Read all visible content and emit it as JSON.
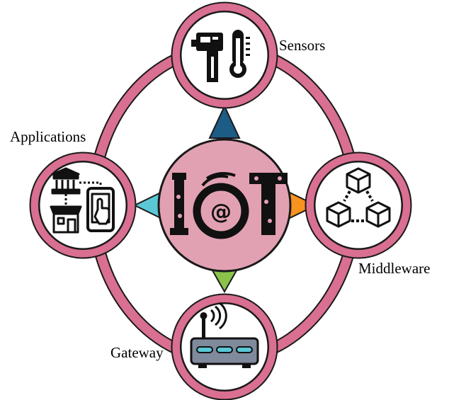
{
  "center": {
    "label": "IoT",
    "icon": "iot-logo-icon"
  },
  "nodes": [
    {
      "key": "sensors",
      "label": "Sensors",
      "icon": "thermometer-sensor-icon"
    },
    {
      "key": "middleware",
      "label": "Middleware",
      "icon": "blockchain-cubes-icon"
    },
    {
      "key": "gateway",
      "label": "Gateway",
      "icon": "wifi-router-icon"
    },
    {
      "key": "applications",
      "label": "Applications",
      "icon": "bank-store-phone-icon"
    }
  ],
  "colors": {
    "ring": "#d96f91",
    "center_fill": "#e2a1b3",
    "outline": "#1a1a1a",
    "arrow_top": "#1c5c85",
    "arrow_right": "#f7931e",
    "arrow_bottom": "#8bc34a",
    "arrow_left": "#5bc8d6"
  }
}
